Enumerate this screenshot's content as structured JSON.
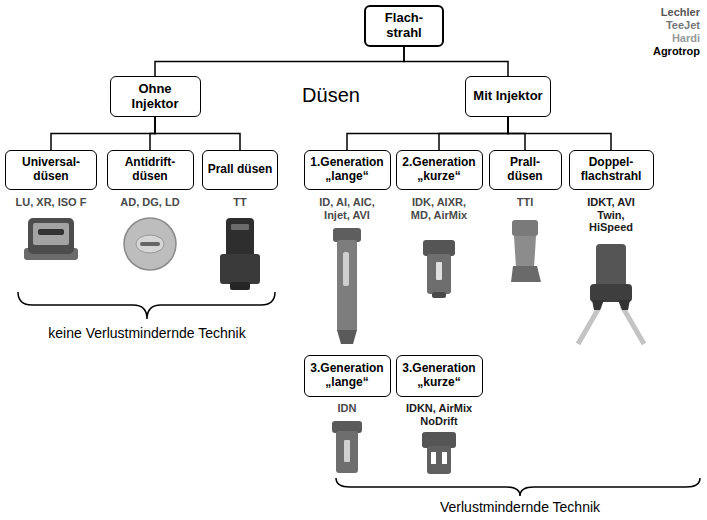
{
  "diagram": {
    "nodes": [
      {
        "text": [
          "Flach- strahl"
        ]
      },
      {
        "text": [
          "Ohne Injektor"
        ]
      },
      {
        "text": [
          "Mit Injektor"
        ]
      },
      {
        "text": [
          "Universal- düsen"
        ]
      },
      {
        "text": [
          "Antidrift- düsen"
        ]
      },
      {
        "text": [
          "Prall düsen"
        ]
      },
      {
        "text": [
          "1.Generation „lange“"
        ]
      },
      {
        "text": [
          "2.Generation „kurze“"
        ]
      },
      {
        "text": [
          "Prall- düsen"
        ]
      },
      {
        "text": [
          "Doppel- flachstrahl"
        ]
      },
      {
        "text": [
          "3.Generation „lange“"
        ]
      },
      {
        "text": [
          "3.Generation „kurze“"
        ]
      }
    ],
    "edges": [
      {
        "from": 0,
        "to": 1,
        "arrow": "none"
      },
      {
        "from": 0,
        "to": 2,
        "arrow": "none"
      },
      {
        "from": 1,
        "to": 3,
        "arrow": "none"
      },
      {
        "from": 1,
        "to": 4,
        "arrow": "none"
      },
      {
        "from": 1,
        "to": 5,
        "arrow": "none"
      },
      {
        "from": 2,
        "to": 6,
        "arrow": "none"
      },
      {
        "from": 2,
        "to": 7,
        "arrow": "none"
      },
      {
        "from": 2,
        "to": 8,
        "arrow": "none"
      },
      {
        "from": 2,
        "to": 9,
        "arrow": "none"
      }
    ],
    "labels": [
      "LU, XR, ISO F",
      "AD, DG, LD",
      "TT",
      "ID, AI, AIC, Injet, AVI",
      "IDK, AIXR, MD, AirMix",
      "TTI",
      "IDKT, AVI Twin, HiSpeed",
      "IDN",
      "IDKN, AirMix NoDrift",
      "keine Verlustmindernde Technik",
      "Verlustmindernde Technik",
      "Düsen",
      "Lechler",
      "TeeJet",
      "Hardi",
      "Agrotrop"
    ]
  }
}
